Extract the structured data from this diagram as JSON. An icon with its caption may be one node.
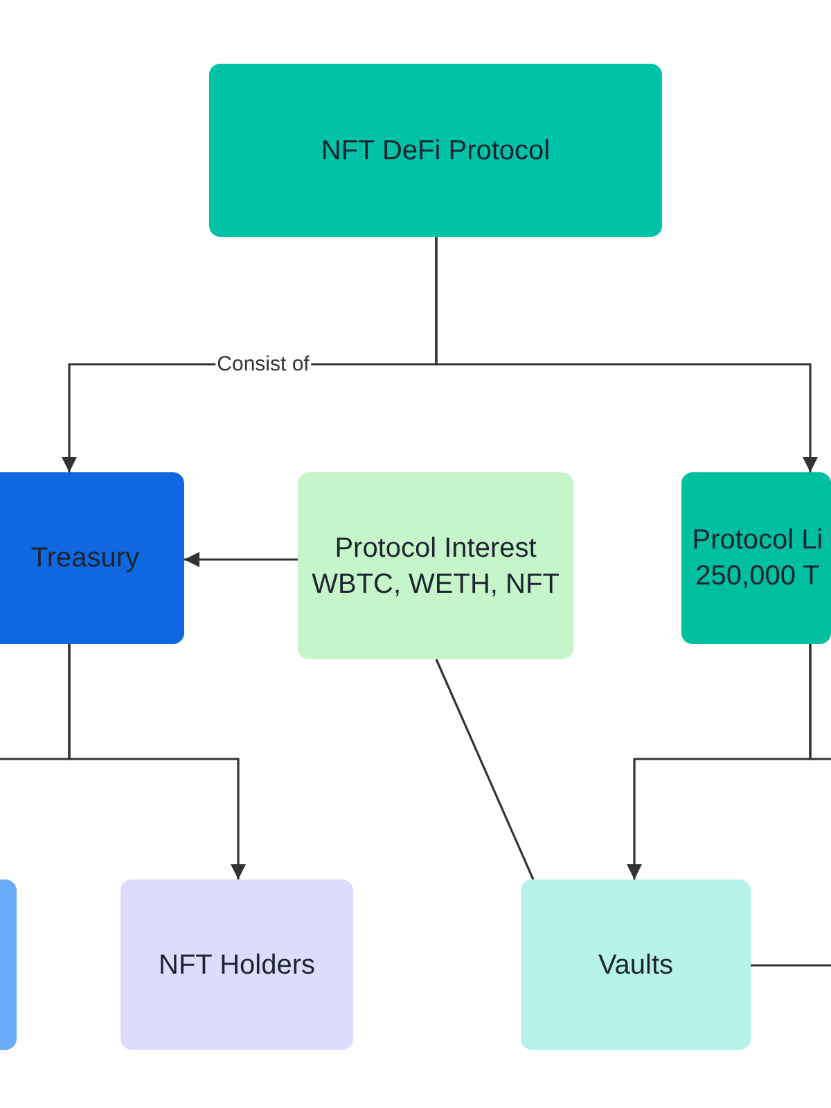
{
  "diagram": {
    "nodes": [
      {
        "text": [
          "NFT DeFi Protocol"
        ]
      },
      {
        "text": [
          "Treasury"
        ]
      },
      {
        "text": [
          "Protocol Interest WBTC, WETH, NFT"
        ]
      },
      {
        "text": [
          "Protocol Li 250,000 T"
        ]
      },
      {
        "text": [],
        "shape": "box"
      },
      {
        "text": [
          "NFT Holders"
        ]
      },
      {
        "text": [
          "Vaults"
        ]
      }
    ],
    "edges": [
      {
        "from": 0,
        "to": 1,
        "arrow": "to",
        "label": "Consist of"
      },
      {
        "from": 0,
        "to": 3,
        "arrow": "to"
      },
      {
        "from": 2,
        "to": 1,
        "arrow": "to"
      },
      {
        "from": 1,
        "to": null,
        "arrow": "none"
      },
      {
        "from": 1,
        "to": 5,
        "arrow": "to"
      },
      {
        "from": 3,
        "to": 6,
        "arrow": "to"
      },
      {
        "from": 3,
        "to": null,
        "arrow": "none"
      },
      {
        "from": 2,
        "to": 6,
        "arrow": "none"
      },
      {
        "from": 6,
        "to": null,
        "arrow": "none"
      }
    ]
  }
}
